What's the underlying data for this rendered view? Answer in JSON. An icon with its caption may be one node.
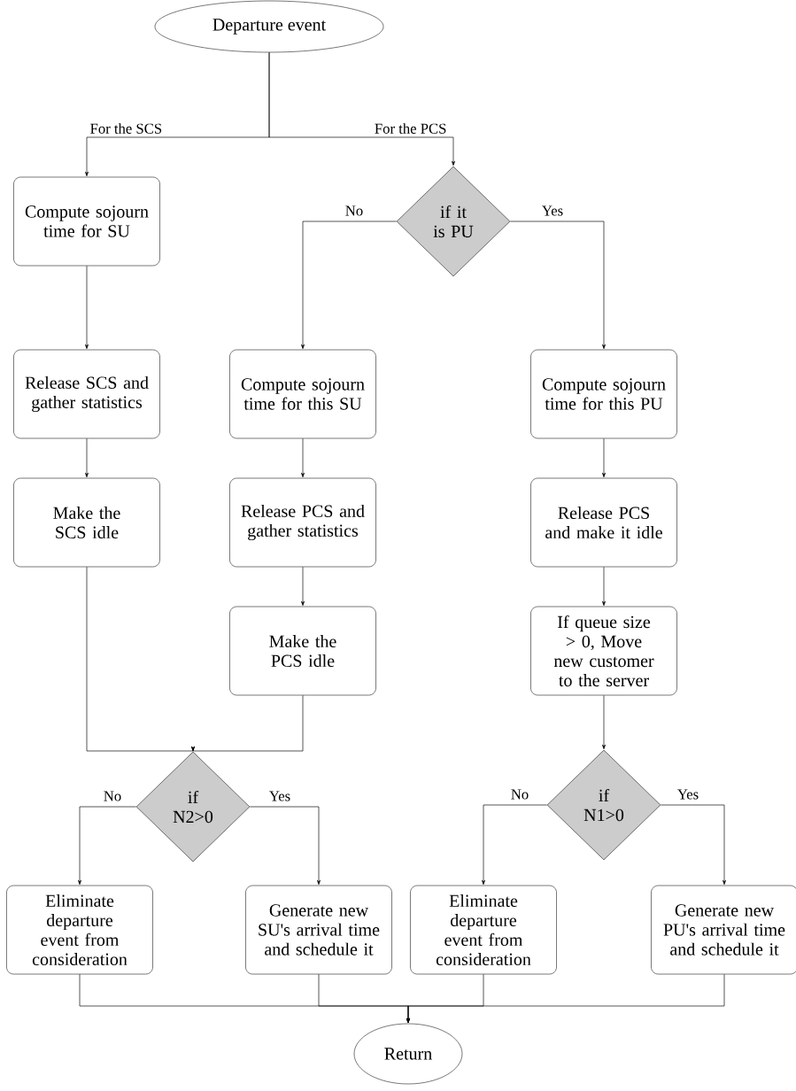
{
  "diagram": {
    "nodes": [
      {
        "text": [
          "Departure event"
        ]
      },
      {
        "text": [
          "Compute sojourn time for SU"
        ]
      },
      {
        "text": [
          "if it is PU"
        ]
      },
      {
        "text": [
          "Release SCS and gather statistics"
        ]
      },
      {
        "text": [
          "Compute sojourn time for this SU"
        ]
      },
      {
        "text": [
          "Compute sojourn time for this PU"
        ]
      },
      {
        "text": [
          "Make the SCS idle"
        ]
      },
      {
        "text": [
          "Release PCS and gather statistics"
        ]
      },
      {
        "text": [
          "Release PCS and make it idle"
        ]
      },
      {
        "text": [
          "Make the PCS idle"
        ]
      },
      {
        "text": [
          "If queue size > 0, Move new customer to the server"
        ]
      },
      {
        "text": [
          "if N2>0"
        ]
      },
      {
        "text": [
          "if N1>0"
        ]
      },
      {
        "text": [
          "Eliminate departure event from consideration"
        ]
      },
      {
        "text": [
          "Generate new SU's arrival time and schedule it"
        ]
      },
      {
        "text": [
          "Eliminate departure event from consideration"
        ]
      },
      {
        "text": [
          "Generate new PU's arrival time and schedule it"
        ]
      },
      {
        "text": [
          "Return"
        ]
      }
    ],
    "edges": [
      {
        "from": 0,
        "to": 1,
        "arrow": "to",
        "label": "For the SCS"
      },
      {
        "from": 0,
        "to": 2,
        "arrow": "to",
        "label": "For the PCS"
      },
      {
        "from": 1,
        "to": 3,
        "arrow": "to"
      },
      {
        "from": 2,
        "to": 4,
        "arrow": "to",
        "label": "No"
      },
      {
        "from": 2,
        "to": 5,
        "arrow": "to",
        "label": "Yes"
      },
      {
        "from": 3,
        "to": 6,
        "arrow": "to"
      },
      {
        "from": 4,
        "to": 7,
        "arrow": "to"
      },
      {
        "from": 5,
        "to": 8,
        "arrow": "to"
      },
      {
        "from": 7,
        "to": 9,
        "arrow": "to"
      },
      {
        "from": 8,
        "to": 10,
        "arrow": "to"
      },
      {
        "from": 6,
        "to": 11,
        "arrow": "to"
      },
      {
        "from": 9,
        "to": 11,
        "arrow": "to"
      },
      {
        "from": 10,
        "to": 12,
        "arrow": "to"
      },
      {
        "from": 11,
        "to": 13,
        "arrow": "to",
        "label": "No"
      },
      {
        "from": 11,
        "to": 14,
        "arrow": "to",
        "label": "Yes"
      },
      {
        "from": 12,
        "to": 15,
        "arrow": "to",
        "label": "No"
      },
      {
        "from": 12,
        "to": 16,
        "arrow": "to",
        "label": "Yes"
      },
      {
        "from": 13,
        "to": 17,
        "arrow": "to"
      },
      {
        "from": 14,
        "to": 17,
        "arrow": "to"
      },
      {
        "from": 15,
        "to": 17,
        "arrow": "to"
      },
      {
        "from": 16,
        "to": 17,
        "arrow": "to"
      }
    ]
  }
}
